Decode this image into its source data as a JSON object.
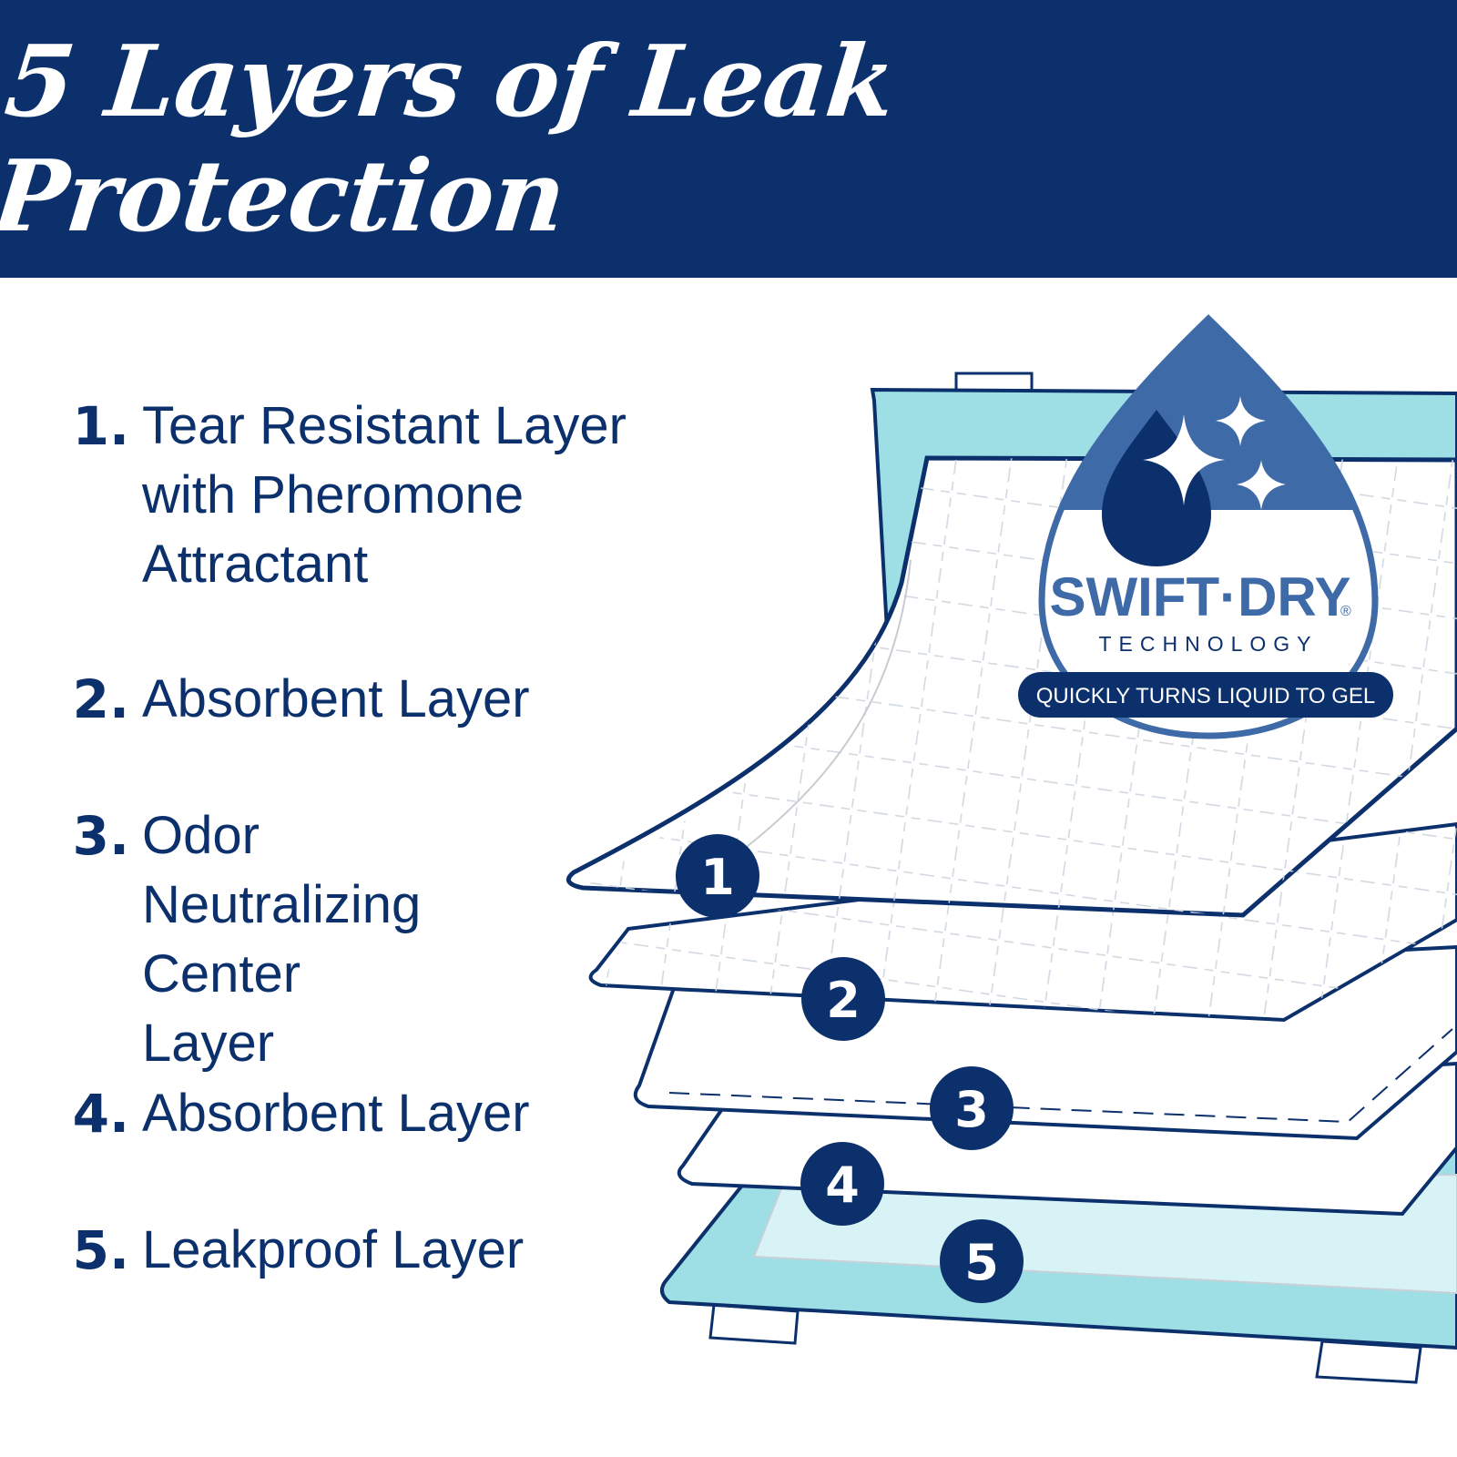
{
  "header": {
    "title": "5 Layers of Leak Protection"
  },
  "layers": [
    {
      "number": "1.",
      "label": "Tear Resistant Layer with Pheromone Attractant",
      "marker": "1"
    },
    {
      "number": "2.",
      "label": "Absorbent Layer",
      "marker": "2"
    },
    {
      "number": "3.",
      "label": "Odor Neutralizing Center Layer",
      "marker": "3"
    },
    {
      "number": "4.",
      "label": "Absorbent Layer",
      "marker": "4"
    },
    {
      "number": "5.",
      "label": "Leakproof Layer",
      "marker": "5"
    }
  ],
  "badge": {
    "brand": "SWIFT·DRY",
    "registered": "®",
    "subtitle": "TECHNOLOGY",
    "tagline": "QUICKLY TURNS LIQUID TO GEL",
    "icon": "water-drop-sparkle-icon"
  },
  "colors": {
    "navy": "#0b306b",
    "badge_blue": "#3e6aa8",
    "aqua": "#9ddfe5",
    "aqua_light": "#d8f3f5",
    "white": "#ffffff"
  }
}
